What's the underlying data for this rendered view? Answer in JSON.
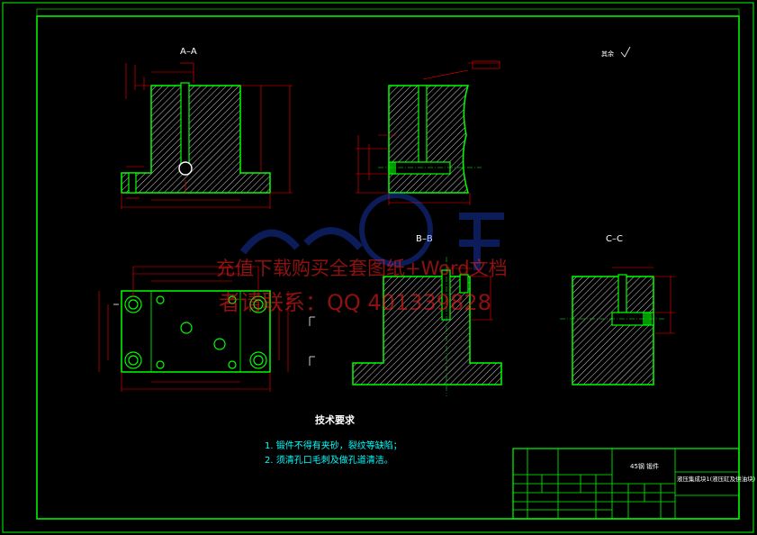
{
  "views": {
    "section_aa": "A–A",
    "section_bb": "B–B",
    "section_cc": "C–C"
  },
  "roughness_note": "其余",
  "notes": {
    "title": "技术要求",
    "items": [
      "1. 锻件不得有夹砂，裂纹等缺陷；",
      "2. 须清孔口毛刺及做孔道清洁。"
    ]
  },
  "title_block": {
    "material": "45钢 锻件",
    "part_name": "液压集成块1(液压缸及供油块)"
  },
  "watermark": {
    "line1": "充值下载购买全套图纸+Word文档",
    "line2": "者请联系：QQ 401339828"
  },
  "colors": {
    "frame": "#00ff00",
    "dimension": "#ff0000",
    "hatch": "#ffffff",
    "notes": "#00ffff",
    "watermark": "#ff2020",
    "background": "#000000"
  }
}
